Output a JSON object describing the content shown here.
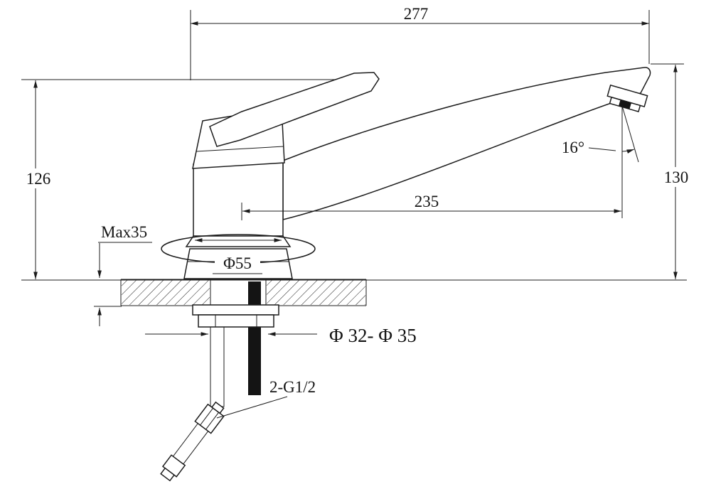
{
  "drawing": {
    "labels": {
      "total_width": "277",
      "height_left": "126",
      "height_right": "130",
      "spout_reach": "235",
      "spout_angle": "16°",
      "max_counter_thickness": "Max35",
      "base_diameter": "Φ55",
      "mounting_hole_diameter": "Φ 32- Φ 35",
      "hose_thread": "2-G1/2"
    },
    "colors": {
      "line": "#1c1c1c",
      "background": "#ffffff",
      "hose_fill": "#141414"
    }
  }
}
